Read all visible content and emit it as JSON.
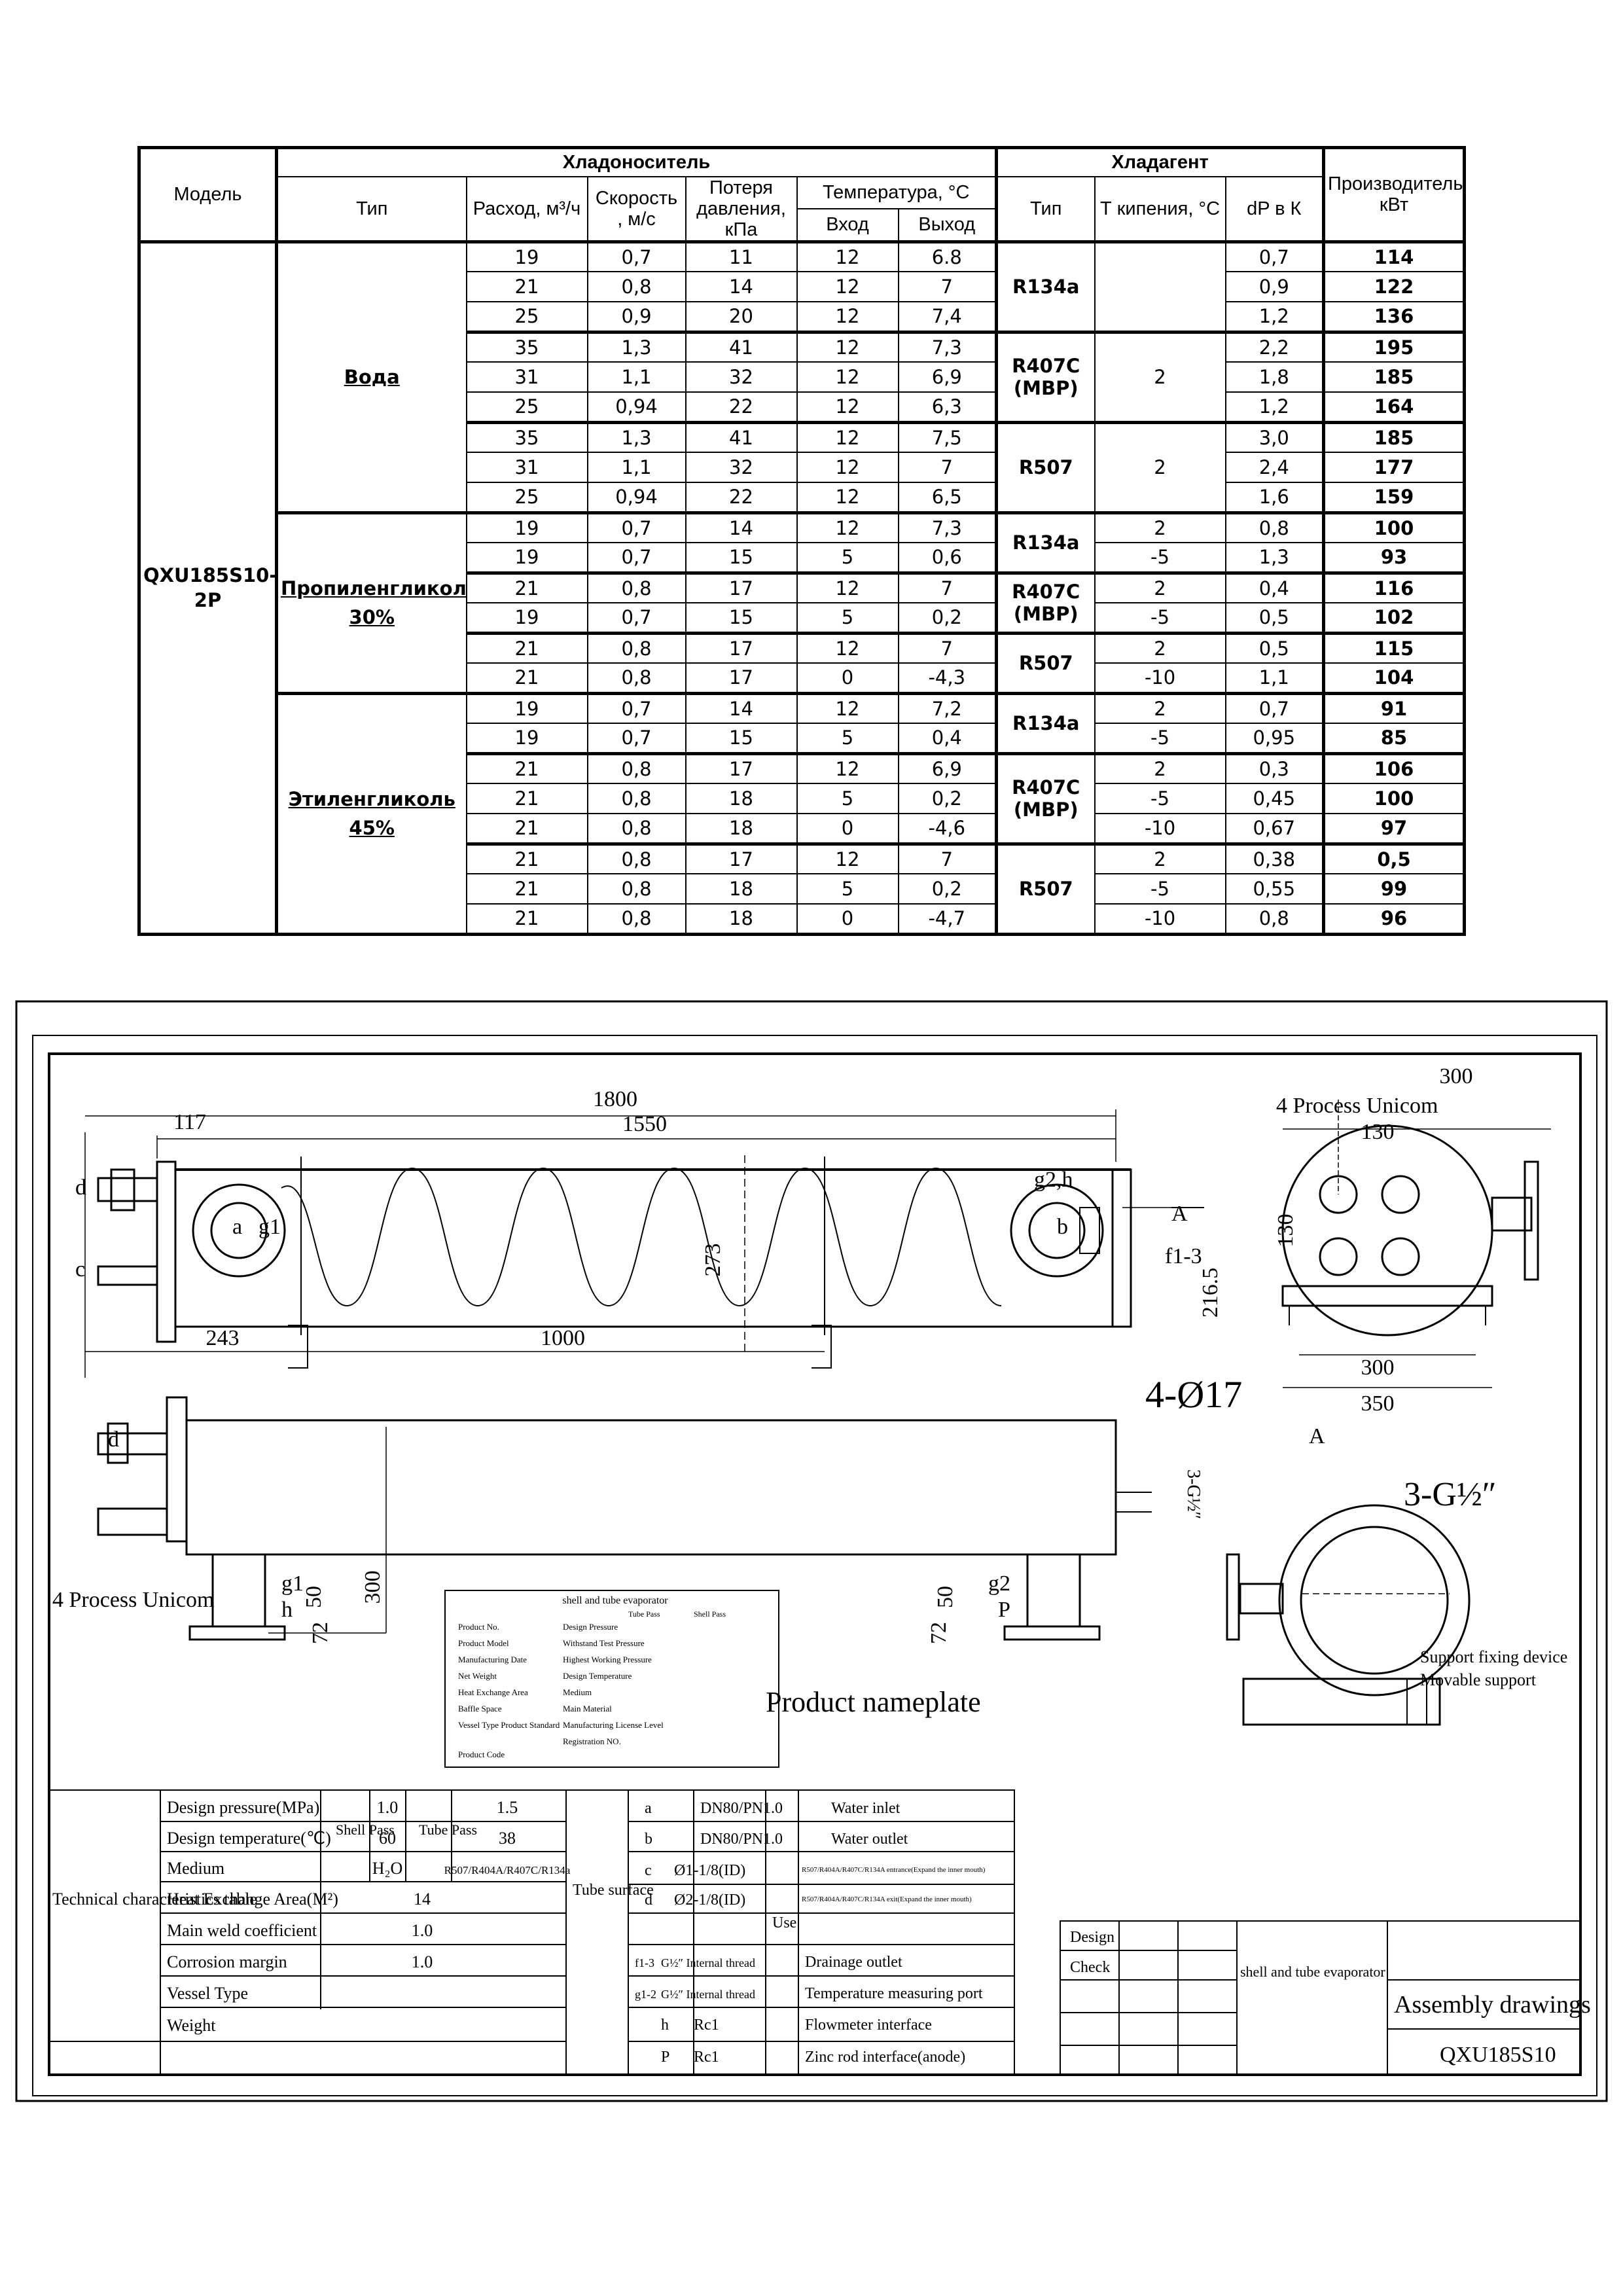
{
  "table": {
    "headers": {
      "model": "Модель",
      "coolant_group": "Хладоноситель",
      "type": "Тип",
      "flow": "Расход, м³/ч",
      "speed": "Скорость , м/с",
      "pressure_loss": "Потеря давления, кПа",
      "temperature": "Температура, °С",
      "inlet": "Вход",
      "outlet": "Выход",
      "refrigerant_group": "Хладагент",
      "ref_type": "Тип",
      "boiling": "Т кипения, °С",
      "dp": "dP в К",
      "capacity": "Производительность, кВт"
    },
    "model": "QXU185S10-2P",
    "fluids": [
      {
        "name": "Вода",
        "concentration": "",
        "refrigerants": [
          {
            "name": "R134a",
            "boiling": [
              ""
            ],
            "rows": [
              [
                "19",
                "0,7",
                "11",
                "12",
                "6.8",
                "0,7",
                "114"
              ],
              [
                "21",
                "0,8",
                "14",
                "12",
                "7",
                "0,9",
                "122"
              ],
              [
                "25",
                "0,9",
                "20",
                "12",
                "7,4",
                "1,2",
                "136"
              ]
            ]
          },
          {
            "name": "R407C (МВР)",
            "boiling": [
              "2"
            ],
            "rows": [
              [
                "35",
                "1,3",
                "41",
                "12",
                "7,3",
                "2,2",
                "195"
              ],
              [
                "31",
                "1,1",
                "32",
                "12",
                "6,9",
                "1,8",
                "185"
              ],
              [
                "25",
                "0,94",
                "22",
                "12",
                "6,3",
                "1,2",
                "164"
              ]
            ]
          },
          {
            "name": "R507",
            "boiling": [
              "2"
            ],
            "rows": [
              [
                "35",
                "1,3",
                "41",
                "12",
                "7,5",
                "3,0",
                "185"
              ],
              [
                "31",
                "1,1",
                "32",
                "12",
                "7",
                "2,4",
                "177"
              ],
              [
                "25",
                "0,94",
                "22",
                "12",
                "6,5",
                "1,6",
                "159"
              ]
            ]
          }
        ]
      },
      {
        "name": "Пропиленгликоль",
        "concentration": "30%",
        "refrigerants": [
          {
            "name": "R134a",
            "boiling": [
              "2",
              "-5"
            ],
            "rows": [
              [
                "19",
                "0,7",
                "14",
                "12",
                "7,3",
                "0,8",
                "100"
              ],
              [
                "19",
                "0,7",
                "15",
                "5",
                "0,6",
                "1,3",
                "93"
              ]
            ]
          },
          {
            "name": "R407C (МВР)",
            "boiling": [
              "2",
              "-5"
            ],
            "rows": [
              [
                "21",
                "0,8",
                "17",
                "12",
                "7",
                "0,4",
                "116"
              ],
              [
                "19",
                "0,7",
                "15",
                "5",
                "0,2",
                "0,5",
                "102"
              ]
            ]
          },
          {
            "name": "R507",
            "boiling": [
              "2",
              "-10"
            ],
            "rows": [
              [
                "21",
                "0,8",
                "17",
                "12",
                "7",
                "0,5",
                "115"
              ],
              [
                "21",
                "0,8",
                "17",
                "0",
                "-4,3",
                "1,1",
                "104"
              ]
            ]
          }
        ]
      },
      {
        "name": "Этиленгликоль",
        "concentration": "45%",
        "refrigerants": [
          {
            "name": "R134a",
            "boiling": [
              "2",
              "-5"
            ],
            "rows": [
              [
                "19",
                "0,7",
                "14",
                "12",
                "7,2",
                "0,7",
                "91"
              ],
              [
                "19",
                "0,7",
                "15",
                "5",
                "0,4",
                "0,95",
                "85"
              ]
            ]
          },
          {
            "name": "R407C (МВР)",
            "boiling": [
              "2",
              "-5",
              "-10"
            ],
            "rows": [
              [
                "21",
                "0,8",
                "17",
                "12",
                "6,9",
                "0,3",
                "106"
              ],
              [
                "21",
                "0,8",
                "18",
                "5",
                "0,2",
                "0,45",
                "100"
              ],
              [
                "21",
                "0,8",
                "18",
                "0",
                "-4,6",
                "0,67",
                "97"
              ]
            ]
          },
          {
            "name": "R507",
            "boiling": [
              "2",
              "-5",
              "-10"
            ],
            "rows": [
              [
                "21",
                "0,8",
                "17",
                "12",
                "7",
                "0,38",
                "0,5"
              ],
              [
                "21",
                "0,8",
                "18",
                "5",
                "0,2",
                "0,55",
                "99"
              ],
              [
                "21",
                "0,8",
                "18",
                "0",
                "-4,7",
                "0,8",
                "96"
              ]
            ]
          }
        ]
      }
    ]
  },
  "drawing": {
    "dimensions": {
      "total_length": "1800",
      "tube_length": "1550",
      "left_offset": "117",
      "diameter": "273",
      "support_left": "243",
      "support_spacing": "1000",
      "height": "300",
      "nozzle_a": "50",
      "nozzle_b": "72",
      "end_width": "300",
      "bolt_spacing": "130",
      "flange_height": "216.5",
      "support_inner": "300",
      "support_outer": "350",
      "holes": "4-Ø17",
      "plugs": "3-G½″",
      "plug_small": "3-G½″"
    },
    "labels": {
      "process_unicom_top": "4 Process Unicom",
      "process_unicom_side": "4 Process Unicom",
      "nameplate": "Product nameplate",
      "support_fixing": "Support fixing device",
      "movable_support": "Movable support",
      "view_a": "A",
      "f13": "f1-3",
      "d": "d",
      "c": "c",
      "a": "a",
      "b": "b",
      "g1": "g1",
      "g2": "g2",
      "g2h": "g2,h",
      "h": "h",
      "p": "P"
    },
    "nameplate_card": {
      "title": "shell and tube evaporator",
      "rows_left": [
        "Product No.",
        "Product Model",
        "Manufacturing Date",
        "Net Weight",
        "Heat Exchange Area",
        "Baffle Space",
        "Vessel Type Product Standard",
        "Product Code"
      ],
      "rows_right": [
        "Design Pressure",
        "Withstand Test Pressure",
        "Highest Working Pressure",
        "Design Temperature",
        "Medium",
        "Main Material",
        "Manufacturing License Level",
        "Registration NO."
      ],
      "cols": [
        "Tube Pass",
        "Shell Pass"
      ]
    },
    "tech_table": {
      "title": "Technical characteristics table",
      "rows": [
        {
          "label": "Design pressure(MPa)",
          "shell": "1.0",
          "tube": "1.5"
        },
        {
          "label": "Design temperature(℃)",
          "shell": "60",
          "tube": "38"
        },
        {
          "label": "Medium",
          "shell": "H₂O",
          "tube": "R507/R404A/R407C/R134a"
        },
        {
          "label": "Heat Exchange Area(M²)",
          "value": "14"
        },
        {
          "label": "Main weld coefficient",
          "value": "1.0"
        },
        {
          "label": "Corrosion margin",
          "value": "1.0"
        },
        {
          "label": "Vessel Type",
          "value": ""
        },
        {
          "label": "Weight",
          "value": ""
        }
      ],
      "shell_pass": "Shell Pass",
      "tube_pass": "Tube Pass"
    },
    "connections": {
      "tube_surface": "Tube surface",
      "use": "Use",
      "items": [
        {
          "id": "a",
          "spec": "DN80/PN1.0",
          "use": "Water inlet"
        },
        {
          "id": "b",
          "spec": "DN80/PN1.0",
          "use": "Water outlet"
        },
        {
          "id": "c",
          "spec": "Ø1-1/8(ID)",
          "use": "R507/R404A/R407C/R134A entrance(Expand the inner mouth)"
        },
        {
          "id": "d",
          "spec": "Ø2-1/8(ID)",
          "use": "R507/R404A/R407C/R134A exit(Expand the inner mouth)"
        },
        {
          "id": "",
          "spec": "",
          "use": ""
        },
        {
          "id": "f1-3",
          "spec": "G½″ Internal thread",
          "use": "Drainage outlet"
        },
        {
          "id": "g1-2",
          "spec": "G½″ Internal thread",
          "use": "Temperature measuring port"
        },
        {
          "id": "h",
          "spec": "Rc1",
          "use": "Flowmeter interface"
        },
        {
          "id": "P",
          "spec": "Rc1",
          "use": "Zinc rod interface(anode)"
        }
      ]
    },
    "title_block": {
      "design": "Design",
      "check": "Check",
      "name": "shell and tube evaporator",
      "type": "Assembly drawings",
      "code": "QXU185S10"
    }
  }
}
